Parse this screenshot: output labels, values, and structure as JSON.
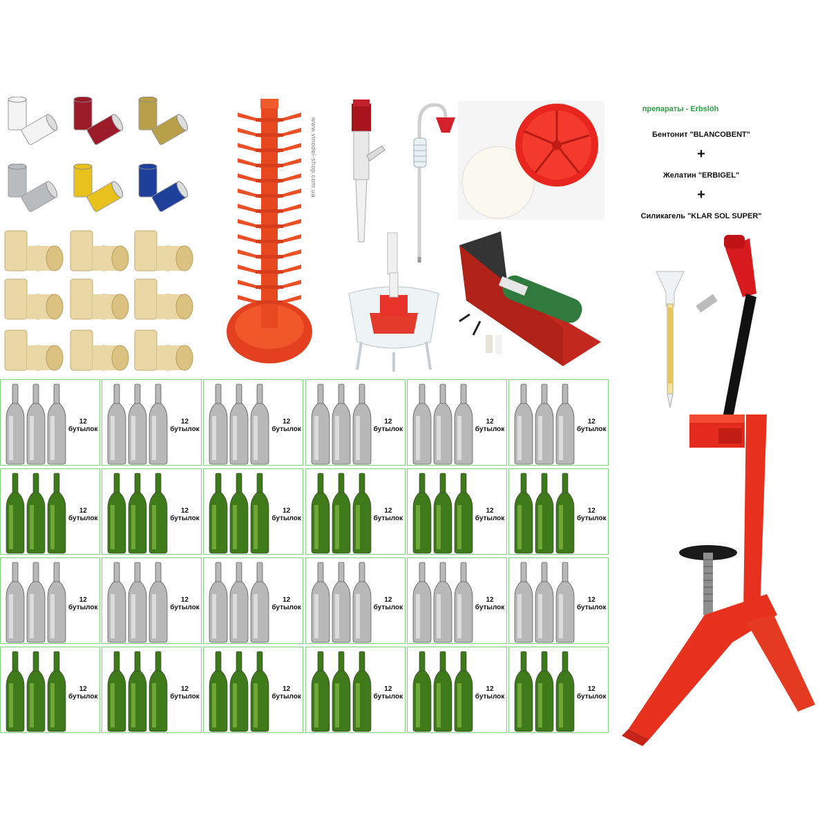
{
  "supplies_panel": {
    "title": "препараты - Erbslöh",
    "line1": "Бентонит  \"BLANCOBENT\"",
    "plus1": "+",
    "line2": "Желатин  \"ERBIGEL\"",
    "plus2": "+",
    "line3": "Силикагель \"KLAR SOL SUPER\""
  },
  "watermark": "www.vinodel-shop.com.ua",
  "capsule_colors": [
    "#f4f4f4",
    "#9b1b2a",
    "#b8a04a",
    "#b9bcbf",
    "#e8c21a",
    "#1e3f9a"
  ],
  "bottle_grid": {
    "rows": [
      {
        "type": "silver",
        "cells": [
          {
            "count": "12",
            "unit": "бутылок"
          },
          {
            "count": "12",
            "unit": "бутылок"
          },
          {
            "count": "12",
            "unit": "бутылок"
          },
          {
            "count": "12",
            "unit": "бутылок"
          },
          {
            "count": "12",
            "unit": "бутылок"
          },
          {
            "count": "12",
            "unit": "бутылок"
          }
        ]
      },
      {
        "type": "green",
        "cells": [
          {
            "count": "12",
            "unit": "бутылок"
          },
          {
            "count": "12",
            "unit": "бутылок"
          },
          {
            "count": "12",
            "unit": "бутылок"
          },
          {
            "count": "12",
            "unit": "бутылок"
          },
          {
            "count": "12",
            "unit": "бутылок"
          },
          {
            "count": "12",
            "unit": "бутылок"
          }
        ]
      },
      {
        "type": "silver",
        "cells": [
          {
            "count": "12",
            "unit": "бутылок"
          },
          {
            "count": "12",
            "unit": "бутылок"
          },
          {
            "count": "12",
            "unit": "бутылок"
          },
          {
            "count": "12",
            "unit": "бутылок"
          },
          {
            "count": "12",
            "unit": "бутылок"
          },
          {
            "count": "12",
            "unit": "бутылок"
          }
        ]
      },
      {
        "type": "green",
        "cells": [
          {
            "count": "12",
            "unit": "бутылок"
          },
          {
            "count": "12",
            "unit": "бутылок"
          },
          {
            "count": "12",
            "unit": "бутылок"
          },
          {
            "count": "12",
            "unit": "бутылок"
          },
          {
            "count": "12",
            "unit": "бутылок"
          },
          {
            "count": "12",
            "unit": "бутылок"
          }
        ]
      }
    ]
  },
  "colors": {
    "accent_red": "#e8301f",
    "grid_border": "#7fd17f",
    "panel_title": "#2ea043"
  }
}
